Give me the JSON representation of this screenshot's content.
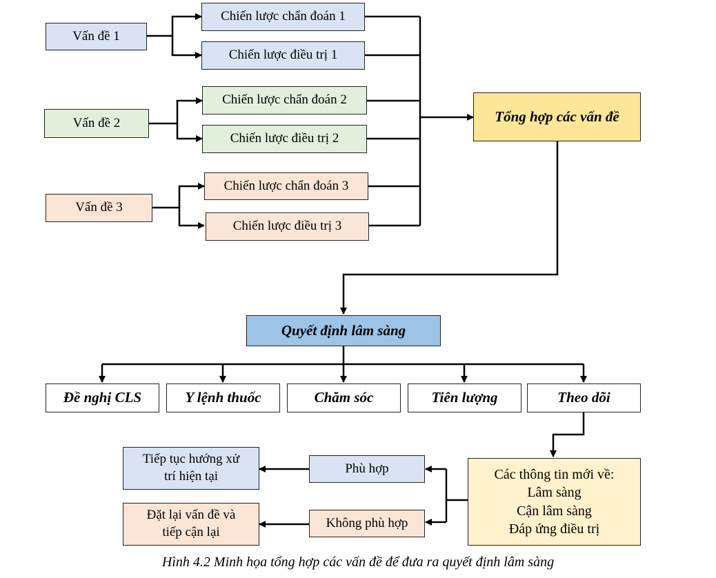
{
  "problems": [
    {
      "label": "Vấn đề 1",
      "diagnosis": "Chiến lược chẩn đoán 1",
      "treatment": "Chiến lược điều trị 1"
    },
    {
      "label": "Vấn đề 2",
      "diagnosis": "Chiến lược chẩn đoán 2",
      "treatment": "Chiến lược điều trị 2"
    },
    {
      "label": "Vấn đề 3",
      "diagnosis": "Chiến lược chẩn đoán 3",
      "treatment": "Chiến lược điều trị 3"
    }
  ],
  "summary": "Tổng hợp các vấn đề",
  "decision": "Quyết định lâm sàng",
  "actions": [
    "Đề nghị CLS",
    "Y lệnh thuốc",
    "Chăm sóc",
    "Tiên lượng",
    "Theo dõi"
  ],
  "new_info": {
    "title": "Các thông tin mới về:",
    "lines": [
      "Lâm sàng",
      "Cận lâm sàng",
      "Đáp ứng điều trị"
    ]
  },
  "fit": "Phù hợp",
  "not_fit": "Không phù hợp",
  "continue": [
    "Tiếp tục hướng xử",
    "trí hiện tại"
  ],
  "reset": [
    "Đặt lại vấn đề và",
    "tiếp cận lại"
  ],
  "caption": "Hình 4.2 Minh họa tổng hợp các vấn đề để đưa ra quyết định lâm sàng",
  "colors": {
    "blue": "#dae3f3",
    "green": "#e2efda",
    "peach": "#fbe5d6",
    "gold": "#ffe699",
    "sky": "#9dc3e6",
    "yellow": "#fff2cc"
  }
}
